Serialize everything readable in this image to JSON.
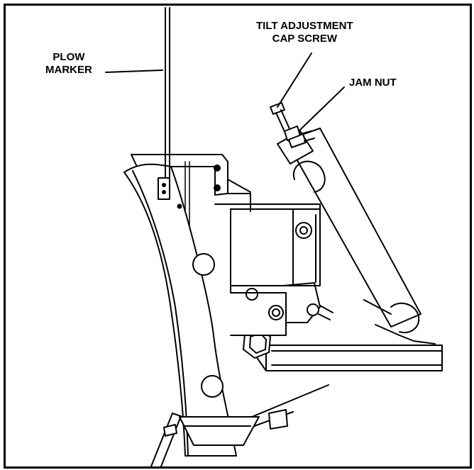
{
  "labels": {
    "plow_marker": [
      "PLOW",
      "MARKER"
    ],
    "tilt_adjustment": [
      "TILT ADJUSTMENT",
      "CAP SCREW"
    ],
    "jam_nut": "JAM NUT"
  }
}
